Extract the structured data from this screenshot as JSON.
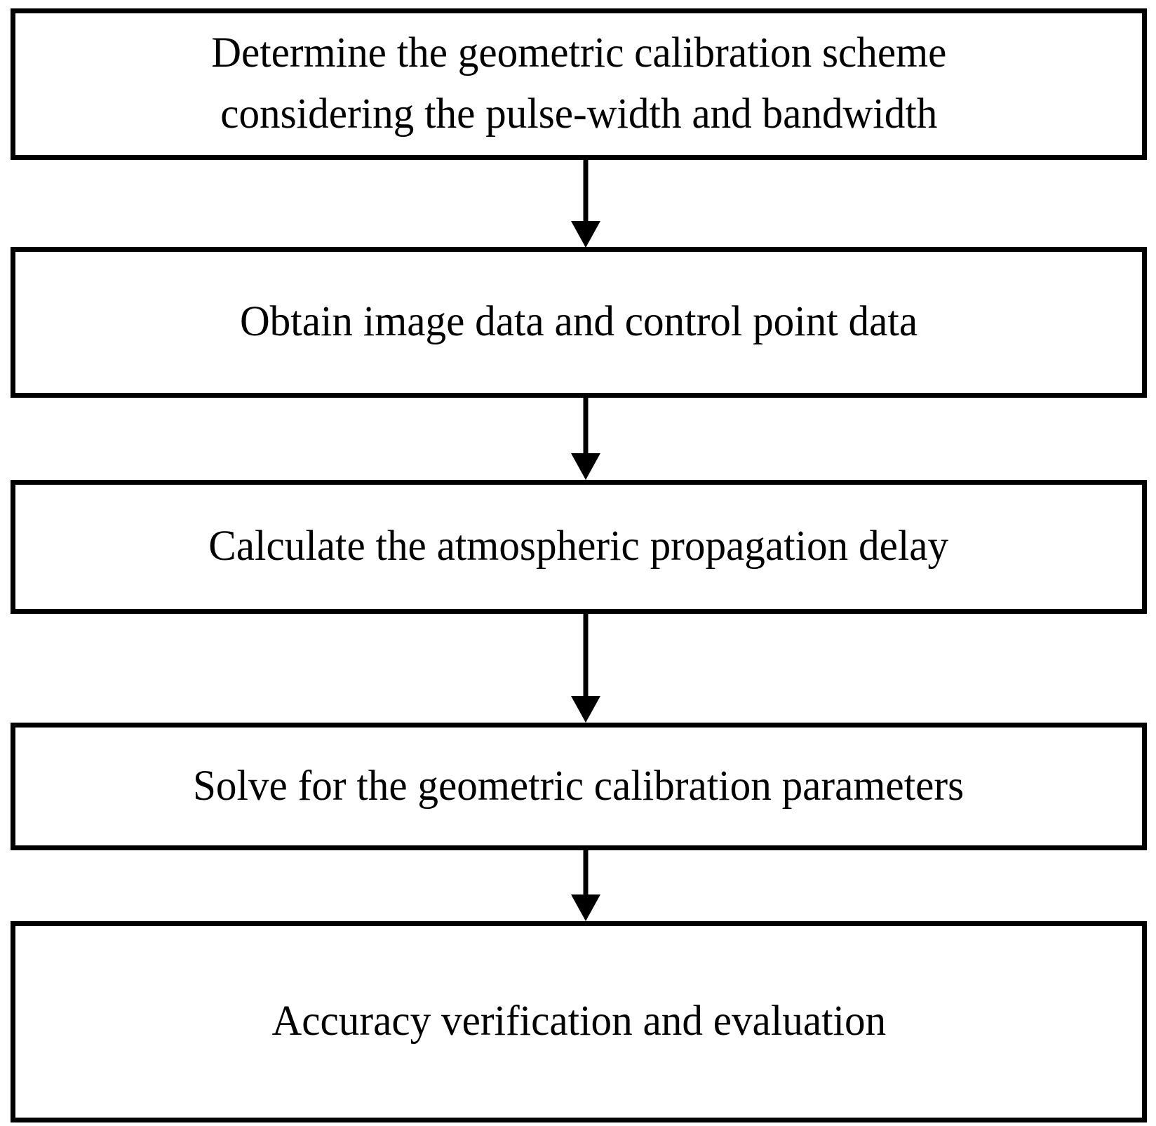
{
  "diagram": {
    "title": "Geometric calibration workflow flowchart",
    "type": "flowchart",
    "orientation": "top-to-bottom",
    "colors": {
      "background": "#ffffff",
      "box_border": "#000000",
      "box_fill": "#ffffff",
      "text": "#000000",
      "connector": "#000000"
    },
    "nodes": [
      {
        "id": "node-1",
        "label": "Determine the geometric calibration scheme\nconsidering the pulse-width and bandwidth"
      },
      {
        "id": "node-2",
        "label": "Obtain image data and control point data"
      },
      {
        "id": "node-3",
        "label": "Calculate the atmospheric propagation delay"
      },
      {
        "id": "node-4",
        "label": "Solve for the geometric calibration parameters"
      },
      {
        "id": "node-5",
        "label": "Accuracy verification and evaluation"
      }
    ],
    "connectors": [
      {
        "id": "arrow-1",
        "from": "node-1",
        "to": "node-2",
        "style": "solid-arrow-down"
      },
      {
        "id": "arrow-2",
        "from": "node-2",
        "to": "node-3",
        "style": "solid-arrow-down"
      },
      {
        "id": "arrow-3",
        "from": "node-3",
        "to": "node-4",
        "style": "solid-arrow-down"
      },
      {
        "id": "arrow-4",
        "from": "node-4",
        "to": "node-5",
        "style": "solid-arrow-down"
      }
    ]
  }
}
